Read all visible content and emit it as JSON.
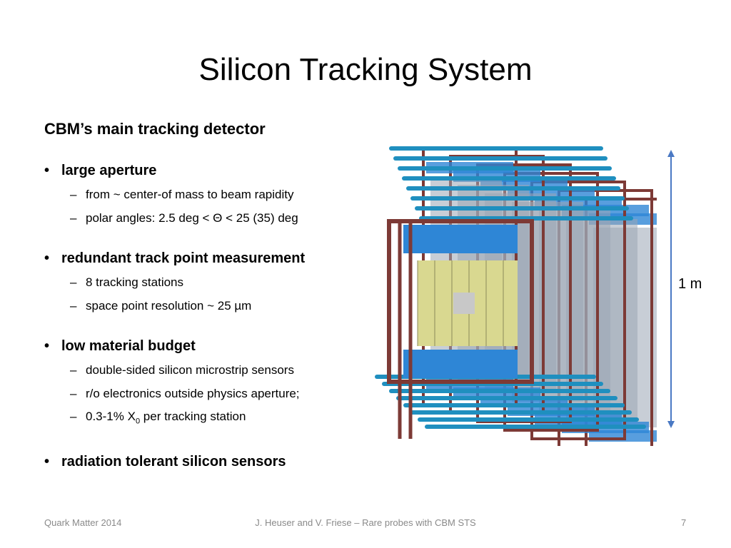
{
  "slide": {
    "title": "Silicon Tracking System",
    "subtitle": "CBM’s main tracking detector",
    "bullets": [
      {
        "text": "large aperture",
        "subs": [
          "from ~ center-of mass to beam rapidity",
          "polar angles: 2.5 deg < Θ < 25 (35) deg"
        ]
      },
      {
        "text": "redundant track point measurement",
        "subs": [
          "8 tracking stations",
          "space point resolution ~ 25 µm"
        ]
      },
      {
        "text": "low material budget",
        "subs": [
          "double-sided silicon microstrip sensors",
          "r/o electronics outside physics aperture;",
          {
            "before": "0.3-1% X",
            "subscript": "0",
            "after": " per tracking station"
          }
        ]
      },
      {
        "text": "radiation tolerant silicon sensors",
        "subs": []
      }
    ],
    "bullet_glyph": "•",
    "sub_glyph": "–",
    "dimension_label": "1 m",
    "footer": {
      "left": "Quark Matter 2014",
      "center": "J. Heuser and V. Friese – Rare probes with CBM STS",
      "right": "7"
    },
    "colors": {
      "frame": "#7d3a36",
      "ladder_blue": "#2e86d6",
      "pipe": "#1f8fbf",
      "sensor_yellow": "#d9d890",
      "sensor_grey": "#9aa6b4",
      "arrow": "#4a79c4"
    }
  }
}
